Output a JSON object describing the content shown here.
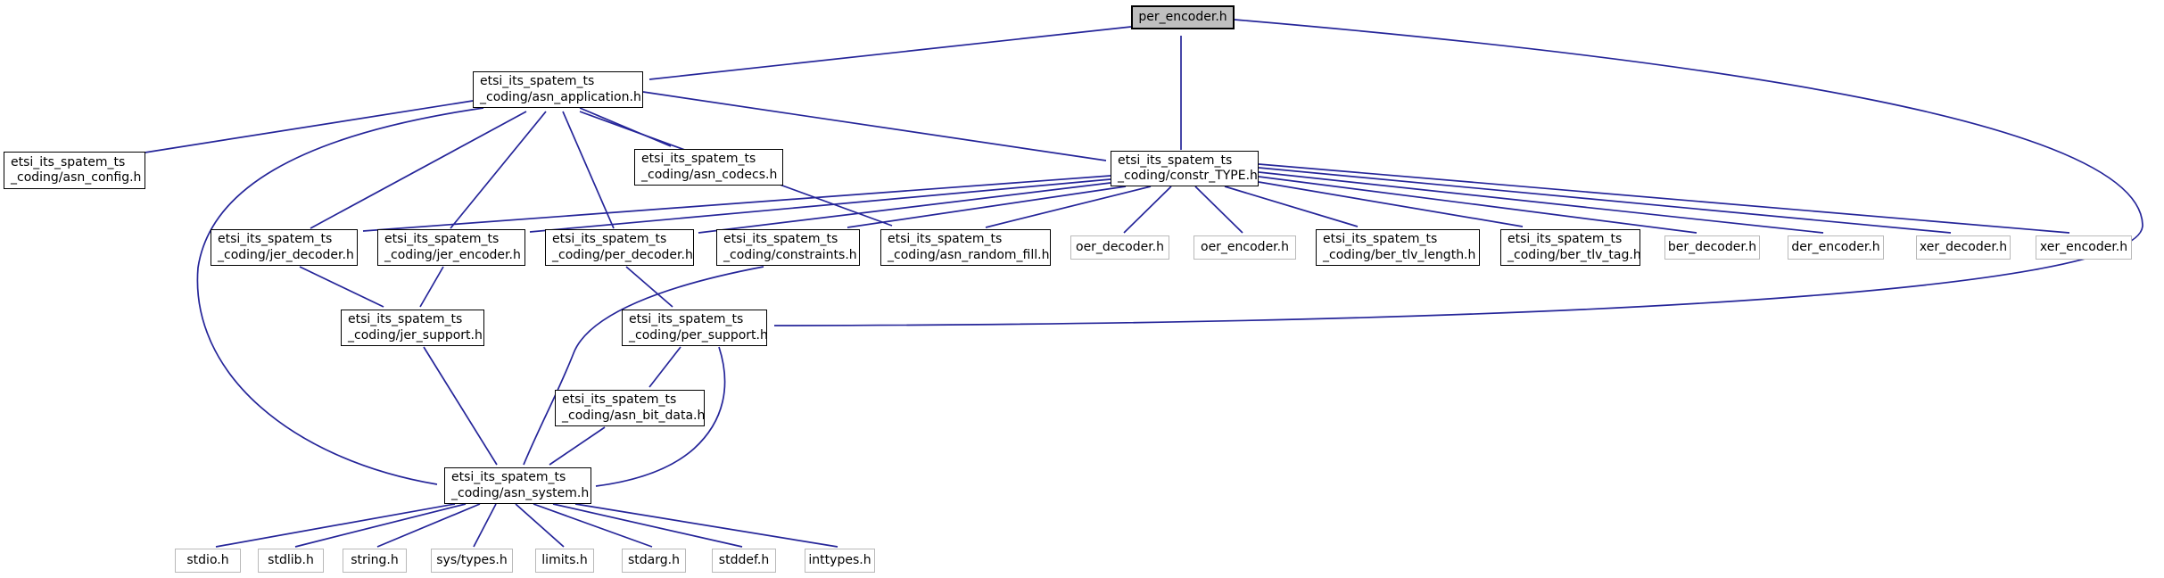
{
  "diagram": {
    "kind": "include-dependency-graph",
    "root_file": "per_encoder.h",
    "colors": {
      "edge": "#252599",
      "node_border": "#000000",
      "external_node_border": "#b9b9b9",
      "root_node_fill": "#bfbfbf",
      "node_fill": "#ffffff",
      "text": "#000000",
      "background": "#ffffff"
    },
    "nodes": [
      {
        "id": "per_encoder",
        "label": "per_encoder.h",
        "kind": "root"
      },
      {
        "id": "asn_application",
        "label": "etsi_its_spatem_ts\n_coding/asn_application.h",
        "kind": "internal"
      },
      {
        "id": "asn_config",
        "label": "etsi_its_spatem_ts\n_coding/asn_config.h",
        "kind": "internal"
      },
      {
        "id": "asn_codecs",
        "label": "etsi_its_spatem_ts\n_coding/asn_codecs.h",
        "kind": "internal"
      },
      {
        "id": "constr_TYPE",
        "label": "etsi_its_spatem_ts\n_coding/constr_TYPE.h",
        "kind": "internal"
      },
      {
        "id": "jer_decoder",
        "label": "etsi_its_spatem_ts\n_coding/jer_decoder.h",
        "kind": "internal"
      },
      {
        "id": "jer_encoder",
        "label": "etsi_its_spatem_ts\n_coding/jer_encoder.h",
        "kind": "internal"
      },
      {
        "id": "per_decoder",
        "label": "etsi_its_spatem_ts\n_coding/per_decoder.h",
        "kind": "internal"
      },
      {
        "id": "constraints",
        "label": "etsi_its_spatem_ts\n_coding/constraints.h",
        "kind": "internal"
      },
      {
        "id": "asn_random_fill",
        "label": "etsi_its_spatem_ts\n_coding/asn_random_fill.h",
        "kind": "internal"
      },
      {
        "id": "oer_decoder",
        "label": "oer_decoder.h",
        "kind": "external"
      },
      {
        "id": "oer_encoder",
        "label": "oer_encoder.h",
        "kind": "external"
      },
      {
        "id": "ber_tlv_length",
        "label": "etsi_its_spatem_ts\n_coding/ber_tlv_length.h",
        "kind": "internal"
      },
      {
        "id": "ber_tlv_tag",
        "label": "etsi_its_spatem_ts\n_coding/ber_tlv_tag.h",
        "kind": "internal"
      },
      {
        "id": "ber_decoder",
        "label": "ber_decoder.h",
        "kind": "external"
      },
      {
        "id": "der_encoder",
        "label": "der_encoder.h",
        "kind": "external"
      },
      {
        "id": "xer_decoder",
        "label": "xer_decoder.h",
        "kind": "external"
      },
      {
        "id": "xer_encoder",
        "label": "xer_encoder.h",
        "kind": "external"
      },
      {
        "id": "jer_support",
        "label": "etsi_its_spatem_ts\n_coding/jer_support.h",
        "kind": "internal"
      },
      {
        "id": "per_support",
        "label": "etsi_its_spatem_ts\n_coding/per_support.h",
        "kind": "internal"
      },
      {
        "id": "asn_bit_data",
        "label": "etsi_its_spatem_ts\n_coding/asn_bit_data.h",
        "kind": "internal"
      },
      {
        "id": "asn_system",
        "label": "etsi_its_spatem_ts\n_coding/asn_system.h",
        "kind": "internal"
      },
      {
        "id": "stdio",
        "label": "stdio.h",
        "kind": "external"
      },
      {
        "id": "stdlib",
        "label": "stdlib.h",
        "kind": "external"
      },
      {
        "id": "string",
        "label": "string.h",
        "kind": "external"
      },
      {
        "id": "sys_types",
        "label": "sys/types.h",
        "kind": "external"
      },
      {
        "id": "limits",
        "label": "limits.h",
        "kind": "external"
      },
      {
        "id": "stdarg",
        "label": "stdarg.h",
        "kind": "external"
      },
      {
        "id": "stddef",
        "label": "stddef.h",
        "kind": "external"
      },
      {
        "id": "inttypes",
        "label": "inttypes.h",
        "kind": "external"
      }
    ],
    "edges": [
      {
        "from": "per_encoder",
        "to": "asn_application"
      },
      {
        "from": "per_encoder",
        "to": "per_support"
      },
      {
        "from": "constr_TYPE",
        "to": "per_encoder"
      },
      {
        "from": "asn_application",
        "to": "asn_config"
      },
      {
        "from": "asn_application",
        "to": "asn_codecs"
      },
      {
        "from": "asn_application",
        "to": "constr_TYPE"
      },
      {
        "from": "asn_application",
        "to": "asn_system"
      },
      {
        "from": "constr_TYPE",
        "to": "jer_decoder"
      },
      {
        "from": "constr_TYPE",
        "to": "jer_encoder"
      },
      {
        "from": "constr_TYPE",
        "to": "per_decoder"
      },
      {
        "from": "constr_TYPE",
        "to": "constraints"
      },
      {
        "from": "constr_TYPE",
        "to": "asn_random_fill"
      },
      {
        "from": "constr_TYPE",
        "to": "oer_decoder"
      },
      {
        "from": "constr_TYPE",
        "to": "oer_encoder"
      },
      {
        "from": "constr_TYPE",
        "to": "ber_tlv_length"
      },
      {
        "from": "constr_TYPE",
        "to": "ber_tlv_tag"
      },
      {
        "from": "constr_TYPE",
        "to": "ber_decoder"
      },
      {
        "from": "constr_TYPE",
        "to": "der_encoder"
      },
      {
        "from": "constr_TYPE",
        "to": "xer_decoder"
      },
      {
        "from": "constr_TYPE",
        "to": "xer_encoder"
      },
      {
        "from": "jer_decoder",
        "to": "asn_application"
      },
      {
        "from": "jer_encoder",
        "to": "asn_application"
      },
      {
        "from": "per_decoder",
        "to": "asn_application"
      },
      {
        "from": "asn_random_fill",
        "to": "asn_application"
      },
      {
        "from": "jer_decoder",
        "to": "jer_support"
      },
      {
        "from": "jer_encoder",
        "to": "jer_support"
      },
      {
        "from": "per_decoder",
        "to": "per_support"
      },
      {
        "from": "jer_support",
        "to": "asn_system"
      },
      {
        "from": "per_support",
        "to": "asn_bit_data"
      },
      {
        "from": "per_support",
        "to": "asn_system"
      },
      {
        "from": "asn_bit_data",
        "to": "asn_system"
      },
      {
        "from": "constraints",
        "to": "asn_system"
      },
      {
        "from": "asn_system",
        "to": "stdio"
      },
      {
        "from": "asn_system",
        "to": "stdlib"
      },
      {
        "from": "asn_system",
        "to": "string"
      },
      {
        "from": "asn_system",
        "to": "sys_types"
      },
      {
        "from": "asn_system",
        "to": "limits"
      },
      {
        "from": "asn_system",
        "to": "stdarg"
      },
      {
        "from": "asn_system",
        "to": "stddef"
      },
      {
        "from": "asn_system",
        "to": "inttypes"
      }
    ]
  }
}
